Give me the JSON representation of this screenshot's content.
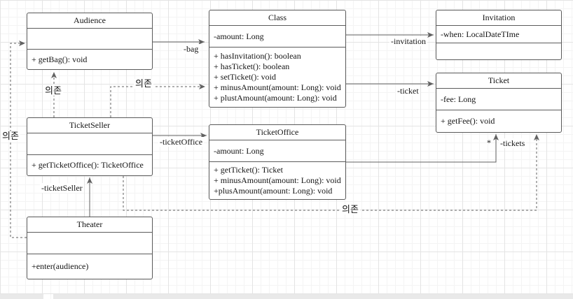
{
  "diagram": {
    "classes": {
      "audience": {
        "title": "Audience",
        "attributes": [],
        "methods": [
          "+ getBag(): void"
        ]
      },
      "class": {
        "title": "Class",
        "attributes": [
          "-amount: Long"
        ],
        "methods": [
          "+ hasInvitation(): boolean",
          "+ hasTicket(): boolean",
          "+ setTicket(): void",
          "+ minusAmount(amount: Long): void",
          "+ plustAmount(amount: Long): void"
        ]
      },
      "invitation": {
        "title": "Invitation",
        "attributes": [
          "-when: LocalDateTIme"
        ],
        "methods": []
      },
      "ticket": {
        "title": "Ticket",
        "attributes": [
          "-fee: Long"
        ],
        "methods": [
          "+ getFee(): void"
        ]
      },
      "ticketSeller": {
        "title": "TicketSeller",
        "attributes": [],
        "methods": [
          "+ getTicketOffice(): TicketOffice"
        ]
      },
      "ticketOffice": {
        "title": "TicketOffice",
        "attributes": [
          "-amount: Long"
        ],
        "methods": [
          "+ getTicket(): Ticket",
          "+ minusAmount(amount: Long): void",
          "+plusAmount(amount: Long): void"
        ]
      },
      "theater": {
        "title": "Theater",
        "attributes": [],
        "methods": [
          "+enter(audience)"
        ]
      }
    },
    "labels": {
      "bag": "-bag",
      "invitation": "-invitation",
      "ticket": "-ticket",
      "ticketOffice": "-ticketOffice",
      "ticketSeller": "-ticketSeller",
      "tickets": "-tickets",
      "tickets_multiplicity": "*",
      "dep_seller_audience": "의존",
      "dep_seller_class": "의존",
      "dep_theater_audience": "의존",
      "dep_seller_ticket": "의존"
    },
    "colors": {
      "box_border": "#5b5b5b",
      "box_fill": "#ffffff",
      "edge": "#616161",
      "text": "#141414",
      "grid_major": "#e4e4e4",
      "grid_minor": "#f4f4f4"
    }
  }
}
